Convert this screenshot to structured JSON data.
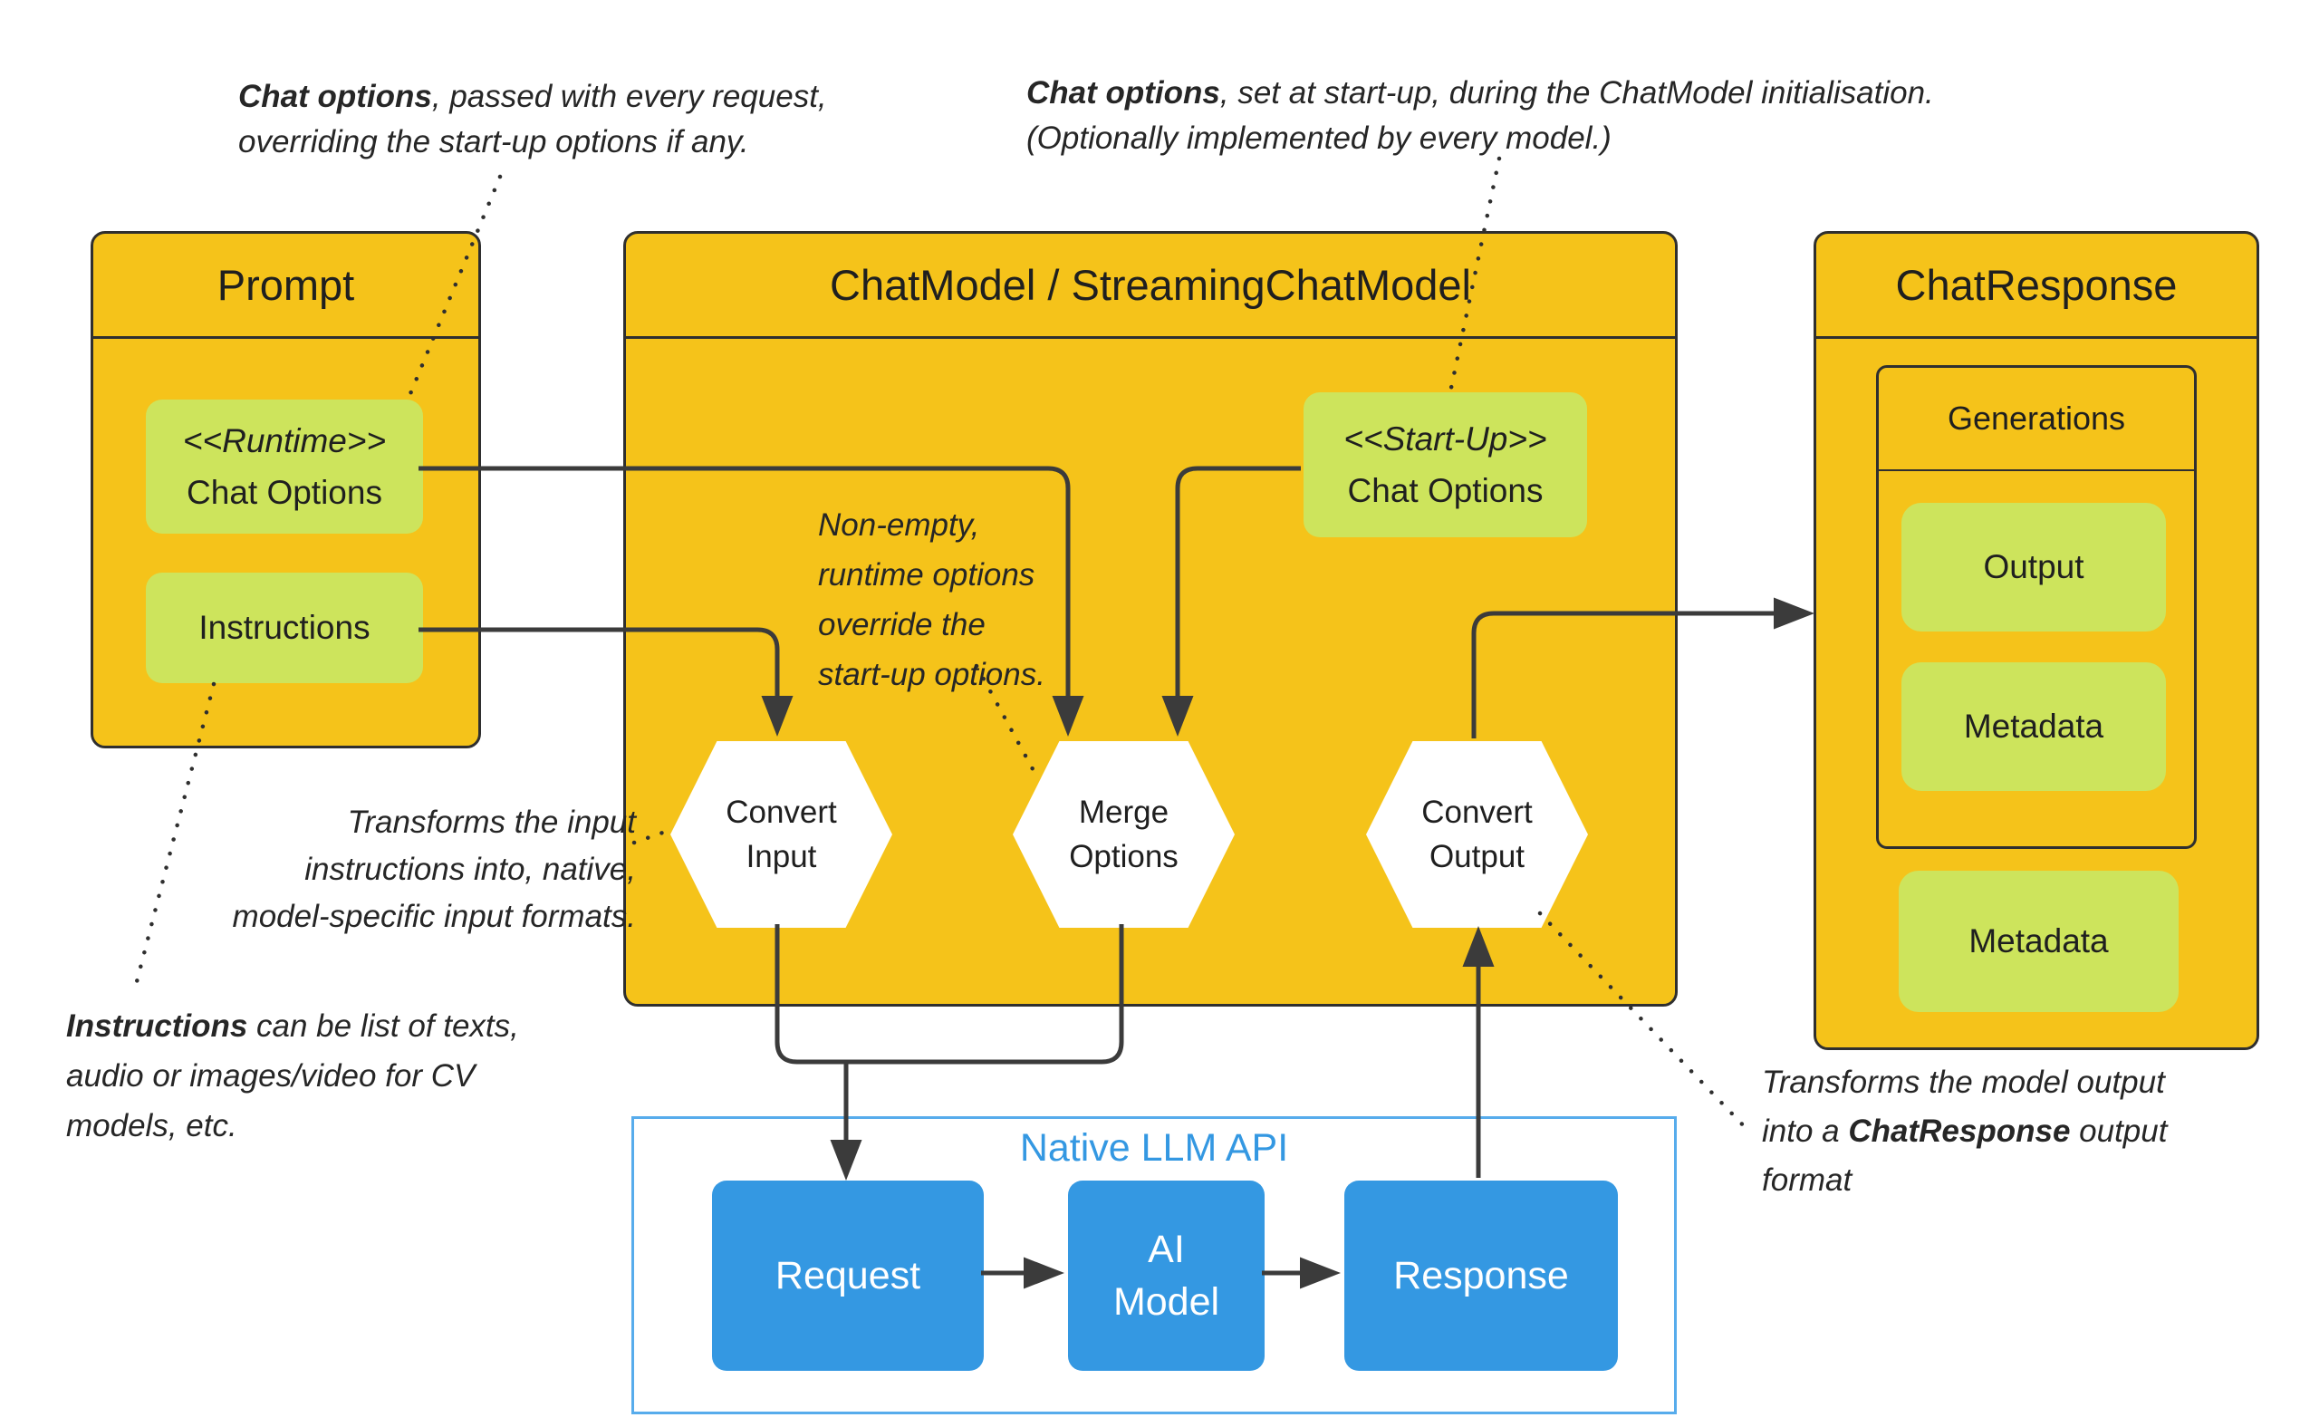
{
  "colors": {
    "gold": "#F5C31A",
    "green": "#CDE45C",
    "blue": "#3498E2",
    "native_border": "#57ACEC",
    "line": "#3B3B3B",
    "text": "#1F1F1F"
  },
  "prompt": {
    "title": "Prompt",
    "runtime_stereotype": "<<Runtime>>",
    "runtime_label": "Chat Options",
    "instructions_label": "Instructions"
  },
  "chat_model": {
    "title": "ChatModel / StreamingChatModel",
    "startup_stereotype": "<<Start-Up>>",
    "startup_label": "Chat Options",
    "convert_input": {
      "line1": "Convert",
      "line2": "Input"
    },
    "merge_options": {
      "line1": "Merge",
      "line2": "Options"
    },
    "convert_output": {
      "line1": "Convert",
      "line2": "Output"
    }
  },
  "chat_response": {
    "title": "ChatResponse",
    "generations_label": "Generations",
    "output_label": "Output",
    "generation_metadata_label": "Metadata",
    "response_metadata_label": "Metadata"
  },
  "native_api": {
    "title": "Native LLM API",
    "request_label": "Request",
    "ai_model_line1": "AI",
    "ai_model_line2": "Model",
    "response_label": "Response"
  },
  "annotations": {
    "top_left": {
      "lead": "Chat options",
      "line1_rest": ", passed with every  request,",
      "line2": "overriding the start-up options if any."
    },
    "top_right": {
      "lead": "Chat options",
      "line1_rest": ", set at start-up, during  the ChatModel initialisation.",
      "line2": "(Optionally implemented by every model.)"
    },
    "merge_note": {
      "line1": "Non-empty,",
      "line2": "runtime options",
      "line3": "override the",
      "line4": "start-up options."
    },
    "convert_input_note": {
      "line1": "Transforms the input",
      "line2": "instructions into, native,",
      "line3": "model-specific input formats."
    },
    "instructions_note": {
      "lead": "Instructions",
      "line1_rest": " can be list of texts,",
      "line2": "audio or images/video for CV",
      "line3": "models, etc."
    },
    "convert_output_note": {
      "line1": "Transforms the model output",
      "line2_pre": "into  a ",
      "line2_bold": "ChatResponse",
      "line2_post": " output",
      "line3": "format"
    }
  }
}
